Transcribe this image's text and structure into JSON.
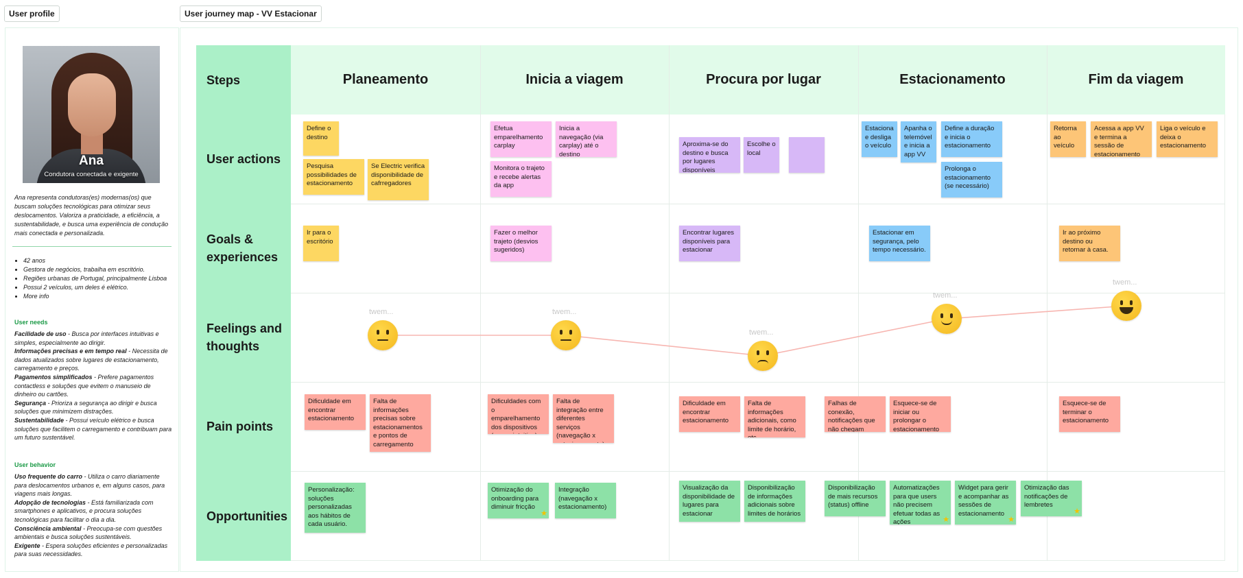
{
  "tabs": {
    "profile": "User profile",
    "journey": "User journey map - VV Estacionar"
  },
  "profile": {
    "name": "Ana",
    "subtitle": "Condutora conectada e exigente",
    "description": "Ana representa condutoras(es) modernas(os) que buscam soluções tecnológicas para otimizar seus deslocamentos. Valoriza a praticidade, a eficiência, a sustentabilidade, e busca uma experiência de condução mais conectada e personalizada.",
    "facts": [
      "42 anos",
      "Gestora de negócios, trabalha em escritório.",
      "Regiões urbanas de Portugal, principalmente Lisboa",
      "Possui 2 veículos, um deles é elétrico.",
      "More info"
    ],
    "needs_title": "User needs",
    "needs": [
      {
        "term": "Facilidade de uso",
        "text": " - Busca por interfaces intuitivas e simples, especialmente ao dirigir."
      },
      {
        "term": "Informações precisas e em tempo real",
        "text": " - Necessita de dados atualizados sobre lugares de estacionamento, carregamento e preços."
      },
      {
        "term": "Pagamentos simplificados",
        "text": " - Prefere pagamentos contactless e soluções que evitem o manuseio de dinheiro ou cartões."
      },
      {
        "term": "Segurança",
        "text": " - Prioriza a segurança ao dirigir e busca soluções que minimizem distrações."
      },
      {
        "term": "Sustentabilidade",
        "text": " - Possui veículo elétrico e busca soluções que facilitem o carregamento e contribuam para um futuro sustentável."
      }
    ],
    "behavior_title": "User behavior",
    "behavior": [
      {
        "term": "Uso frequente do carro",
        "text": " - Utiliza o carro diariamente para deslocamentos urbanos e, em alguns casos, para viagens mais longas."
      },
      {
        "term": "Adopção de tecnologias",
        "text": " - Está familiarizada com smartphones e aplicativos, e procura soluções tecnológicas para facilitar o dia a dia."
      },
      {
        "term": "Consciência ambiental",
        "text": " - Preocupa-se com questões ambientais e busca soluções sustentáveis."
      },
      {
        "term": "Exigente",
        "text": " - Espera soluções eficientes e personalizadas para suas necessidades."
      }
    ]
  },
  "map": {
    "steps_label": "Steps",
    "stages": [
      "Planeamento",
      "Inicia a viagem",
      "Procura por lugar",
      "Estacionamento",
      "Fim da viagem"
    ],
    "rows": [
      "User actions",
      "Goals & experiences",
      "Feelings and thoughts",
      "Pain points",
      "Opportunities"
    ],
    "user_actions": [
      "Define o destino",
      "Pesquisa possibilidades de estacionamento",
      "Se Electric verifica disponibilidade de cafrregadores",
      "Efetua emparelhamento carplay",
      "Inicia a navegação (via carplay) até o destino",
      "Monitora o trajeto e recebe alertas da app",
      "Aproxima-se do destino e busca por lugares disponíveis",
      "Escolhe o local",
      "",
      "Estaciona e desliga o veículo",
      "Apanha o telemóvel e inicia a app VV",
      "Define a duração e inicia o estacionamento",
      "Prolonga o estacionamento (se necessário)",
      "Retorna ao veículo",
      "Acessa a app VV e termina a sessão de estacionamento",
      "Liga o veículo e deixa o estacionamento"
    ],
    "goals": [
      "Ir para o escritório",
      "Fazer o melhor trajeto (desvios sugeridos)",
      "Encontrar lugares disponíveis para estacionar",
      "Estacionar em segurança, pelo tempo necessário.",
      "Ir ao próximo destino ou retornar à casa."
    ],
    "feelings": [
      {
        "stage": "Planeamento",
        "mood": "neutral",
        "level": 2,
        "label": "twem..."
      },
      {
        "stage": "Inicia a viagem",
        "mood": "neutral",
        "level": 2,
        "label": "twem..."
      },
      {
        "stage": "Procura por lugar",
        "mood": "sad",
        "level": 1,
        "label": "twem..."
      },
      {
        "stage": "Estacionamento",
        "mood": "smile",
        "level": 3,
        "label": "twem..."
      },
      {
        "stage": "Fim da viagem",
        "mood": "big-smile",
        "level": 4,
        "label": "twem..."
      }
    ],
    "pain_points": [
      "Dificuldade em encontrar estacionamento",
      "Falta de informações precisas sobre estacionamentos e pontos de carregamento",
      "Dificuldades com o emparelhamento dos dispositivos (pouco intuitivo)",
      "Falta de integração entre diferentes serviços (navegação x estacionamento)",
      "Dificuldade em encontrar estacionamento",
      "Falta de informações adicionais, como limite de horário, etc",
      "Falhas de conexão, notificações que não chegam",
      "Esquece-se de iniciar ou prolongar o estacionamento",
      "Esquece-se de terminar o estacionamento"
    ],
    "opportunities": [
      "Personalização: soluções personalizadas aos hábitos de cada usuário.",
      "Otimização do onboarding para diminuir fricção",
      "Integração (navegação x estacionamento)",
      "Visualização da disponibilidade de lugares para estacionar",
      "Disponibilização de informações adicionais sobre limites de horários",
      "Disponibilização de mais recursos (status) offline",
      "Automatizações para que users não precisem efetuar todas as ações",
      "Widget para gerir e acompanhar as sessões de estacionamento",
      "Otimização das notificações de lembretes"
    ],
    "star_icon": "star-icon",
    "colors": {
      "header": "#e1fbea",
      "row_label": "#abf0c8",
      "feeling_line": "#f7b5b0",
      "accent_green": "#1c9a47"
    }
  }
}
